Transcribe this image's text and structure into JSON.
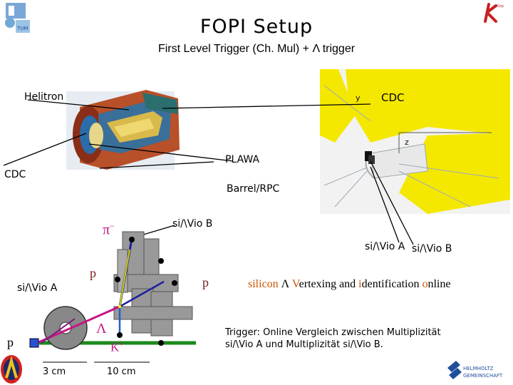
{
  "header": {
    "title": "FOPI Setup",
    "subtitle": "First Level Trigger (Ch. Mul) + Λ trigger"
  },
  "labels": {
    "helitron": "Helitron",
    "cdc_top": "CDC",
    "cdc_left": "CDC",
    "plawa": "PLAWA",
    "barrel_rpc": "Barrel/RPC",
    "si_vio_b_top": "si/\\Vio B",
    "si_vio_a_right": "si/\\Vio A",
    "si_vio_b_right": "si/\\Vio B",
    "si_vio_a_left": "si/\\Vio A",
    "axis_y": "y",
    "axis_z": "z"
  },
  "particles": {
    "pi_minus": "π",
    "pi_minus_sup": "−",
    "p_upper": "p",
    "p_right": "p",
    "p_left": "p",
    "lambda": "Λ",
    "kaon": "K",
    "kaon_sup": "+"
  },
  "scales": {
    "short": "3 cm",
    "long": "10 cm"
  },
  "acronym": {
    "w1": "silicon",
    "w2": "Λ",
    "w3a": "V",
    "w3b": "ertexing",
    "w4": "and",
    "w5a": "i",
    "w5b": "dentification",
    "w6a": "o",
    "w6b": "nline",
    "accent_color": "#cc5500"
  },
  "trigger_note": {
    "line1": "Trigger: Online Vergleich zwischen Multiplizität",
    "line2": "si/\\Vio A und Multiplizität si/\\Vio B."
  },
  "logos": {
    "helmholtz_line1": "HELMHOLTZ",
    "helmholtz_line2": "GEMEINSCHAFT",
    "tum": "TUM"
  }
}
